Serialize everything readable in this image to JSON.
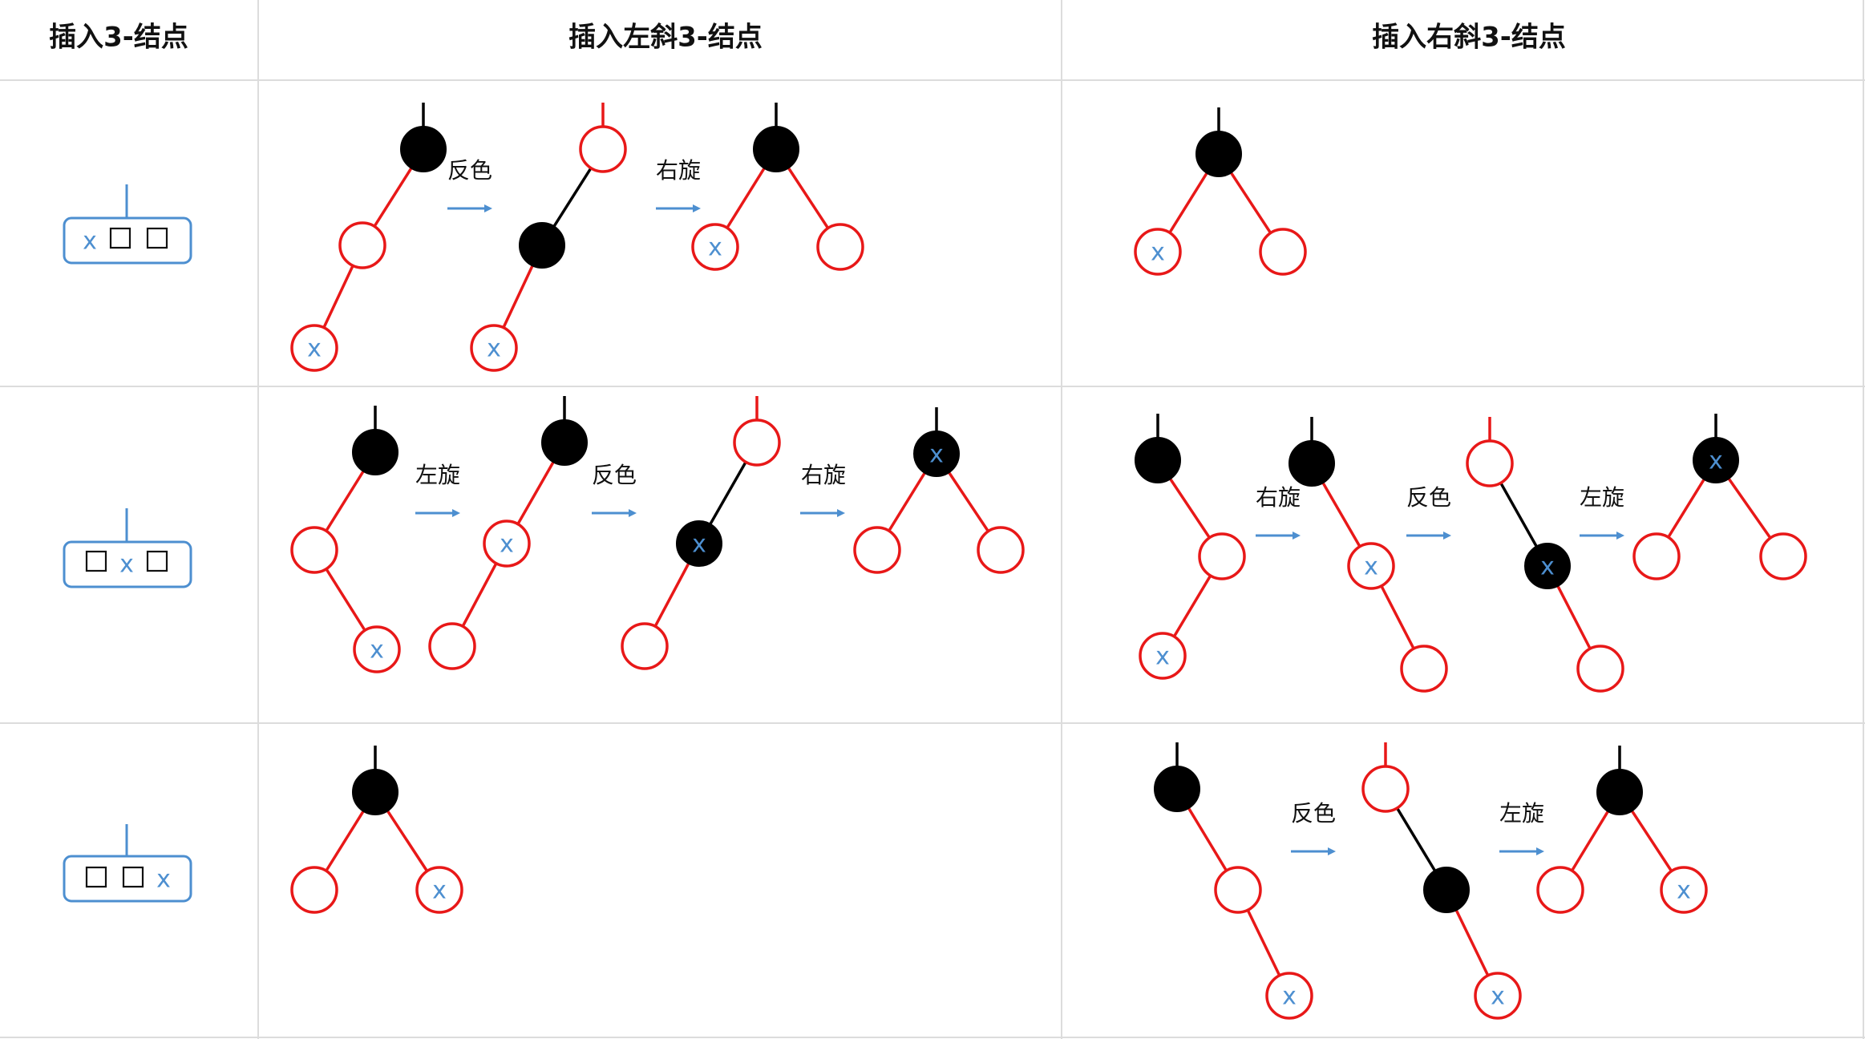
{
  "headers": [
    "插入3-结点",
    "插入左斜3-结点",
    "插入右斜3-结点"
  ],
  "key_label": "x",
  "operations": {
    "flip": "反色",
    "rotate_left": "左旋",
    "rotate_right": "右旋"
  },
  "colors": {
    "red": "#e81818",
    "black": "#000000",
    "blue": "#4d8fd0",
    "grid": "#dcdcdc"
  },
  "rows": [
    {
      "insert_position": "left",
      "key_node_slots": [
        "x",
        "□",
        "□"
      ],
      "left_leaning_steps": [
        "反色",
        "右旋"
      ],
      "right_leaning_steps": []
    },
    {
      "insert_position": "middle",
      "key_node_slots": [
        "□",
        "x",
        "□"
      ],
      "left_leaning_steps": [
        "左旋",
        "反色",
        "右旋"
      ],
      "right_leaning_steps": [
        "右旋",
        "反色",
        "左旋"
      ]
    },
    {
      "insert_position": "right",
      "key_node_slots": [
        "□",
        "□",
        "x"
      ],
      "left_leaning_steps": [],
      "right_leaning_steps": [
        "反色",
        "左旋"
      ]
    }
  ]
}
